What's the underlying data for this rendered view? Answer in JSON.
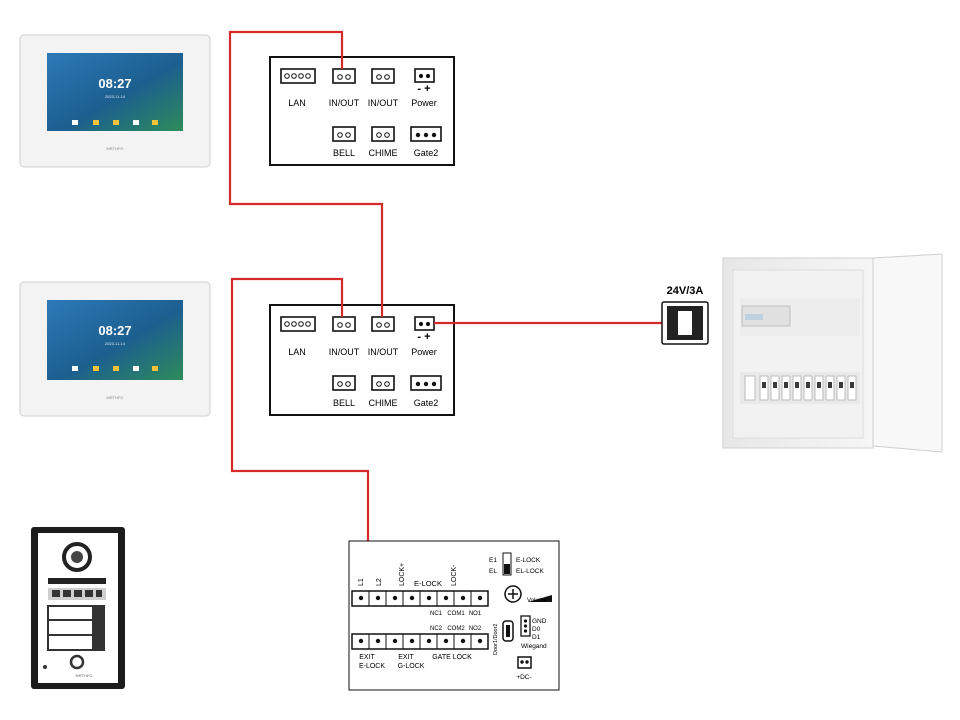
{
  "monitors": [
    {
      "time": "08:27",
      "date": "2023-11-14",
      "brand": "MRTHFG"
    },
    {
      "time": "08:27",
      "date": "2023-11-14",
      "brand": "MRTHFG"
    }
  ],
  "terminal_blocks": [
    {
      "top_labels": [
        "LAN",
        "IN/OUT",
        "IN/OUT",
        "Power"
      ],
      "polarity": "-  +",
      "bottom_labels": [
        "BELL",
        "CHIME",
        "Gate2"
      ]
    },
    {
      "top_labels": [
        "LAN",
        "IN/OUT",
        "IN/OUT",
        "Power"
      ],
      "polarity": "-  +",
      "bottom_labels": [
        "BELL",
        "CHIME",
        "Gate2"
      ]
    }
  ],
  "power_supply": {
    "label": "24V/3A"
  },
  "doorbell_board": {
    "top_terminals": [
      "L1",
      "L2",
      "LOCK+",
      "LOCK-"
    ],
    "elock_label": "E-LOCK",
    "no1_row": [
      "NC1",
      "COM1",
      "NO1"
    ],
    "no2_row": [
      "NC2",
      "COM2",
      "NO2"
    ],
    "bottom_labels": [
      "EXIT",
      "E-LOCK",
      "EXIT",
      "G-LOCK",
      "GATE LOCK"
    ],
    "switch_left": [
      "E1",
      "EL"
    ],
    "switch_right": [
      "E-LOCK",
      "EL-LOCK"
    ],
    "volume": "Volume",
    "doorsensor": "Door1/Door2",
    "wiegand": [
      "GND",
      "D0",
      "D1",
      "Wiegand"
    ],
    "dc": "+DC-"
  },
  "outdoor_station": {
    "brand": "MRTHFG"
  },
  "colors": {
    "wire": "#d42a2a",
    "frame": "#1a1a1a",
    "screen": "#1d5e98"
  }
}
